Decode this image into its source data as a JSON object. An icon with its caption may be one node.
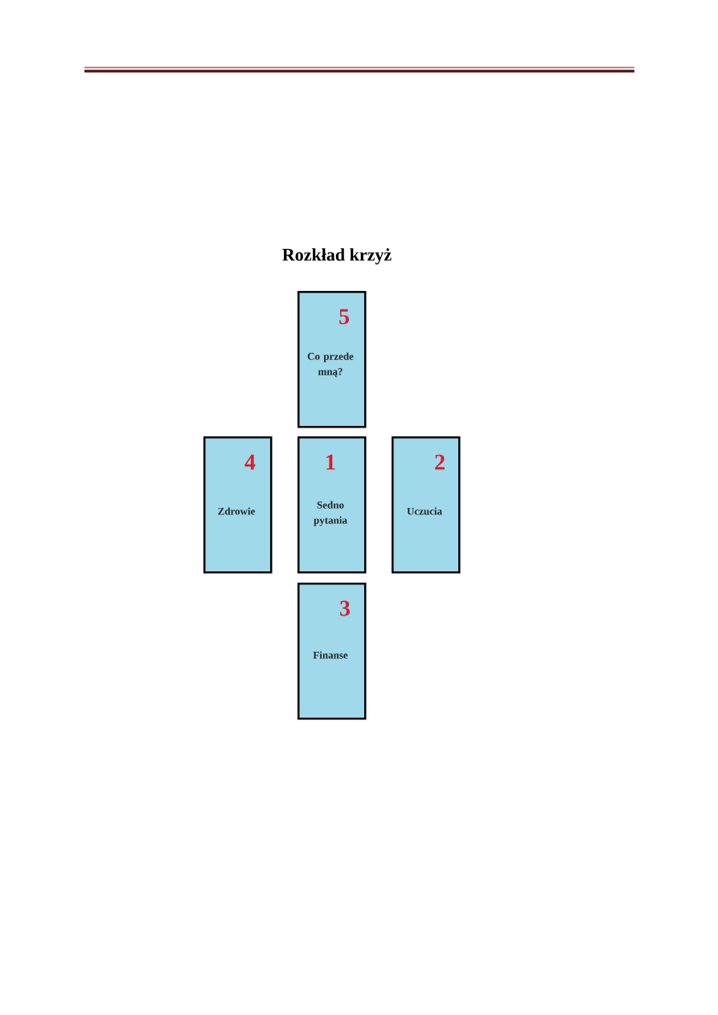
{
  "diagram": {
    "title": "Rozkład krzyż",
    "nodes": [
      {
        "text": [
          "5",
          "Co przede mną?"
        ]
      },
      {
        "text": [
          "4",
          "Zdrowie"
        ]
      },
      {
        "text": [
          "1",
          "Sedno pytania"
        ]
      },
      {
        "text": [
          "2",
          "Uczucia"
        ]
      },
      {
        "text": [
          "3",
          "Finanse"
        ]
      }
    ]
  }
}
